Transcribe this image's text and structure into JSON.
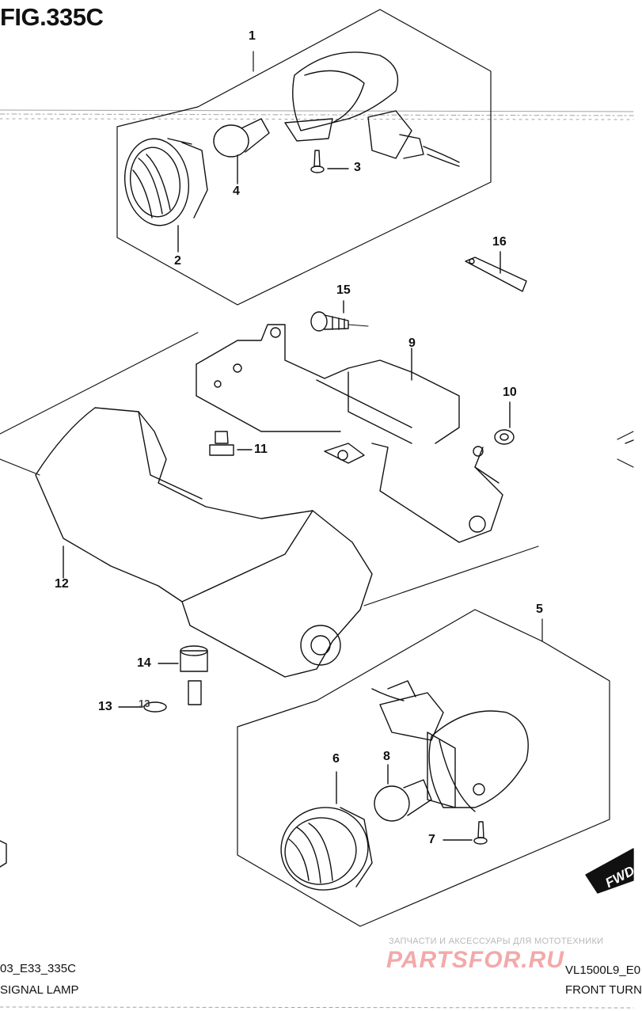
{
  "figure": {
    "title": "FIG.335C"
  },
  "footer": {
    "code_left": "03_E33_335C",
    "caption_left": "SIGNAL LAMP",
    "code_right": "VL1500L9_E0",
    "caption_right": "FRONT TURN"
  },
  "watermark": {
    "tagline": "ЗАПЧАСТИ И АКСЕССУАРЫ ДЛЯ МОТОТЕХНИКИ",
    "logo": "PARTSFOR.RU"
  },
  "fwd_arrow": {
    "label": "FWD"
  },
  "part_labels": {
    "p1": "1",
    "p2": "2",
    "p3": "3",
    "p4": "4",
    "p5": "5",
    "p6": "6",
    "p7": "7",
    "p8": "8",
    "p9": "9",
    "p10": "10",
    "p11": "11",
    "p12": "12",
    "p13": "13",
    "p13b": "13",
    "p14": "14",
    "p15": "15",
    "p16": "16"
  }
}
